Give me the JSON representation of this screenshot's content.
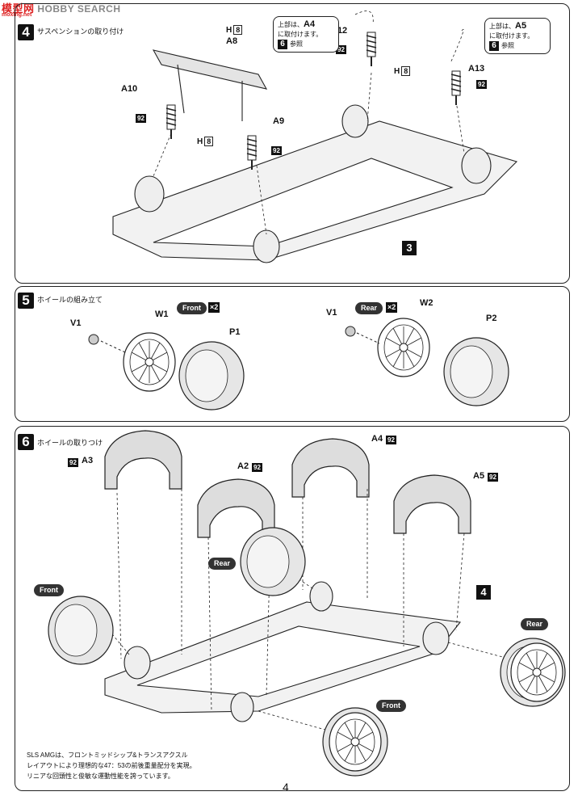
{
  "watermark": {
    "cn": "模型网",
    "en": "HOBBY SEARCH",
    "url": "moxing.net"
  },
  "step4": {
    "number": "4",
    "title": "サスペンションの取り付け",
    "labels": {
      "a8": "A8",
      "a9": "A9",
      "a10": "A10",
      "a12": "A12",
      "a13": "A13",
      "part3": "3"
    },
    "h_label": "H",
    "h_value": "8",
    "paint": "92",
    "note_left": {
      "text": "上部は、",
      "part": "A4",
      "suffix": "に取付けます。",
      "step": "6",
      "ref": "参照"
    },
    "note_right": {
      "text": "上部は、",
      "part": "A5",
      "suffix": "に取付けます。",
      "step": "6",
      "ref": "参照"
    }
  },
  "step5": {
    "number": "5",
    "title": "ホイールの組み立て",
    "front": {
      "badge": "Front",
      "qty": "×2",
      "v": "V1",
      "w": "W1",
      "p": "P1"
    },
    "rear": {
      "badge": "Rear",
      "qty": "×2",
      "v": "V1",
      "w": "W2",
      "p": "P2"
    }
  },
  "step6": {
    "number": "6",
    "title": "ホイールの取りつけ",
    "labels": {
      "a2": "A2",
      "a3": "A3",
      "a4": "A4",
      "a5": "A5",
      "part4": "4"
    },
    "paint": "92",
    "badges": {
      "rear_left": "Rear",
      "front_left": "Front",
      "rear_right": "Rear",
      "front_bottom": "Front"
    },
    "tip_lines": [
      "SLS AMGは、フロントミッドシップ&トランスアクスル",
      "レイアウトにより理想的な47：53の前後重量配分を実現。",
      "リニアな回頭性と俊敏な運動性能を誇っています。"
    ]
  },
  "page_number": "4"
}
